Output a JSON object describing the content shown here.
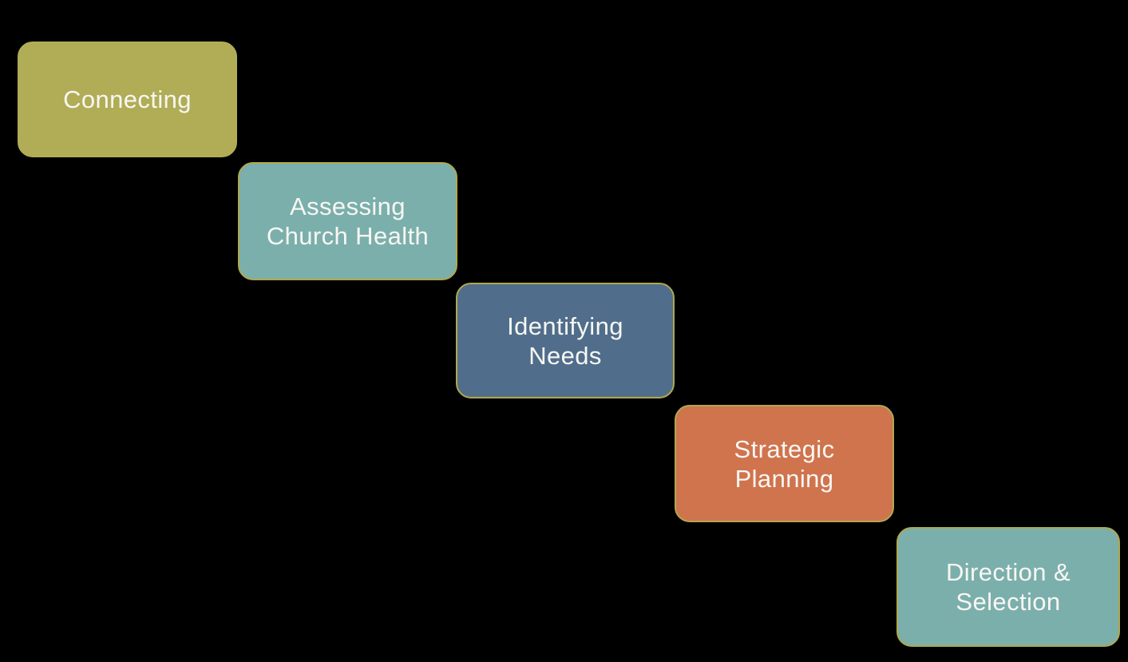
{
  "diagram": {
    "background": "#000000",
    "text_color": "#f8f7f3",
    "border_color": "#b0a84f",
    "steps": [
      {
        "name": "Connecting",
        "lines": {
          "0": "Connecting"
        },
        "fill": "#b1ad56",
        "border": "#b1ad56"
      },
      {
        "name": "Assessing Church Health",
        "lines": {
          "0": "Assessing",
          "1": "Church Health"
        },
        "fill": "#7bafac",
        "border": "#b0a84f"
      },
      {
        "name": "Identifying Needs",
        "lines": {
          "0": "Identifying",
          "1": "Needs"
        },
        "fill": "#506e8b",
        "border": "#b0a84f"
      },
      {
        "name": "Strategic Planning",
        "lines": {
          "0": "Strategic",
          "1": "Planning"
        },
        "fill": "#d0744e",
        "border": "#b0a84f"
      },
      {
        "name": "Direction & Selection",
        "lines": {
          "0": "Direction &",
          "1": "Selection"
        },
        "fill": "#7bafac",
        "border": "#b0a84f"
      }
    ]
  }
}
